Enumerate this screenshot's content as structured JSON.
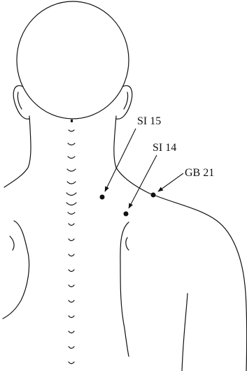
{
  "points": [
    {
      "code": "SI 15"
    },
    {
      "code": "SI 14"
    },
    {
      "code": "GB 21"
    }
  ]
}
